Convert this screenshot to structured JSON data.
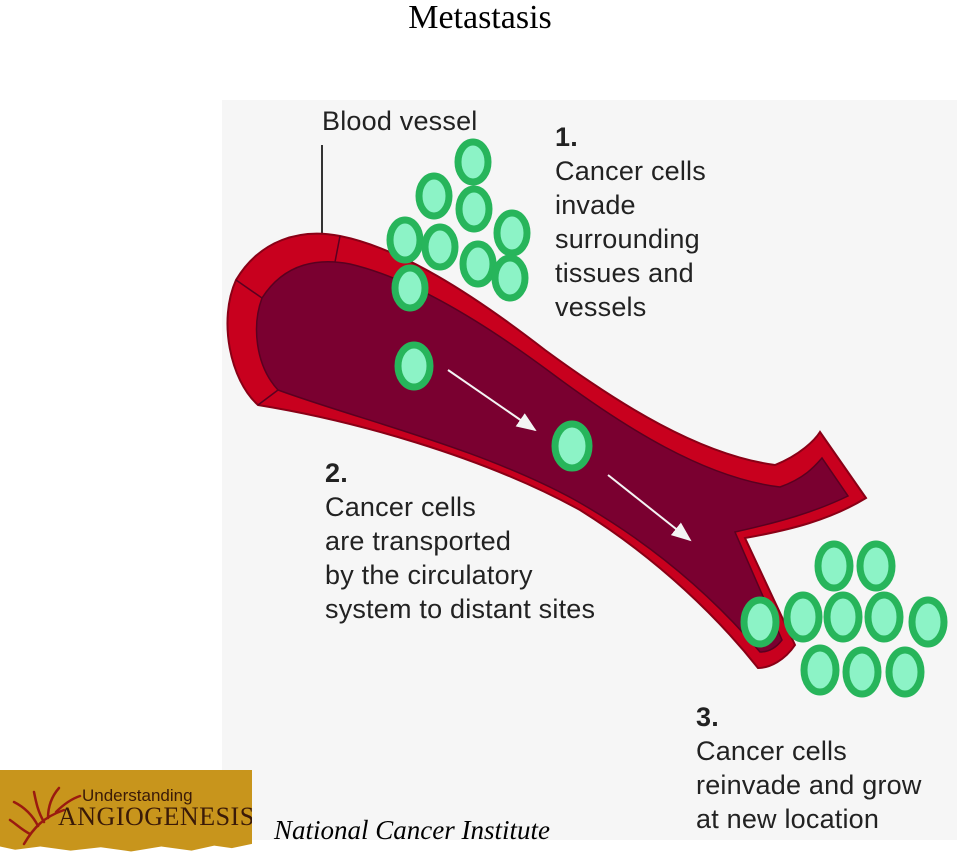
{
  "title": "Metastasis",
  "labels": {
    "vessel": "Blood vessel",
    "step1": {
      "number": "1.",
      "lines": [
        "Cancer cells",
        "invade",
        "surrounding",
        "tissues and",
        "vessels"
      ]
    },
    "step2": {
      "number": "2.",
      "lines": [
        "Cancer cells",
        "are transported",
        "by the circulatory",
        "system to distant sites"
      ]
    },
    "step3": {
      "number": "3.",
      "lines": [
        "Cancer cells",
        "reinvade and grow",
        "at new location"
      ]
    }
  },
  "logo": {
    "line1": "Understanding",
    "line2": "ANGIOGENESIS"
  },
  "credit": "National Cancer Institute",
  "colors": {
    "vessel_outer": "#c8001e",
    "vessel_inner": "#7a0030",
    "cell_fill": "#8cf3c6",
    "cell_border": "#27b55b",
    "logo_bg": "#c8951c"
  }
}
